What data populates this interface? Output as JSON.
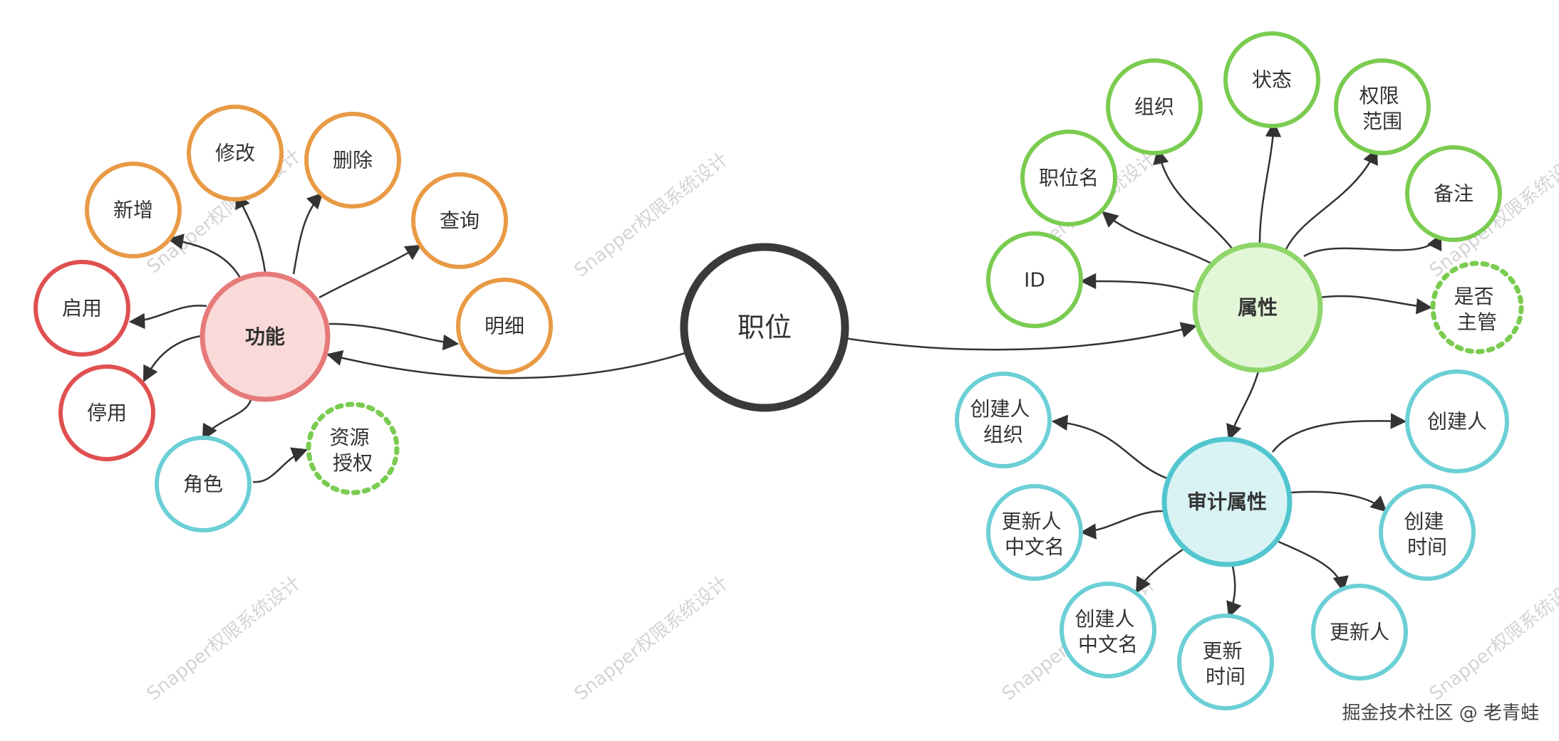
{
  "center": {
    "label": "职位",
    "color": "#3a3a3a"
  },
  "colors": {
    "orange": "#e89a45",
    "red": "#e05050",
    "teal": "#6ccfd6",
    "green": "#7acc50",
    "pink_fill": "#fadad9",
    "pink_stroke": "#e67a7a",
    "green_fill": "#e4f6d8",
    "green_stroke": "#8ed669",
    "teal_fill": "#d9f3f5",
    "teal_stroke": "#52c6cf",
    "edge": "#333333"
  },
  "function_branch": {
    "label": "功能",
    "children": {
      "add": "新增",
      "edit": "修改",
      "delete": "删除",
      "query": "查询",
      "detail": "明细",
      "enable": "启用",
      "disable": "停用",
      "role": "角色"
    },
    "role_child": [
      "资源",
      "授权"
    ]
  },
  "attribute_branch": {
    "label": "属性",
    "children": {
      "org": "组织",
      "status": "状态",
      "scope": [
        "权限",
        "范围"
      ],
      "name": "职位名",
      "remark": "备注",
      "id": "ID",
      "is_manager": [
        "是否",
        "主管"
      ]
    }
  },
  "audit_branch": {
    "label": "审计属性",
    "children": {
      "creator_org": [
        "创建人",
        "组织"
      ],
      "creator": "创建人",
      "updater_cn": [
        "更新人",
        "中文名"
      ],
      "create_time": [
        "创建",
        "时间"
      ],
      "creator_cn": [
        "创建人",
        "中文名"
      ],
      "update_time": [
        "更新",
        "时间"
      ],
      "updater": "更新人"
    }
  },
  "watermark": "Snapper权限系统设计",
  "footer": "掘金技术社区 @ 老青蛙"
}
